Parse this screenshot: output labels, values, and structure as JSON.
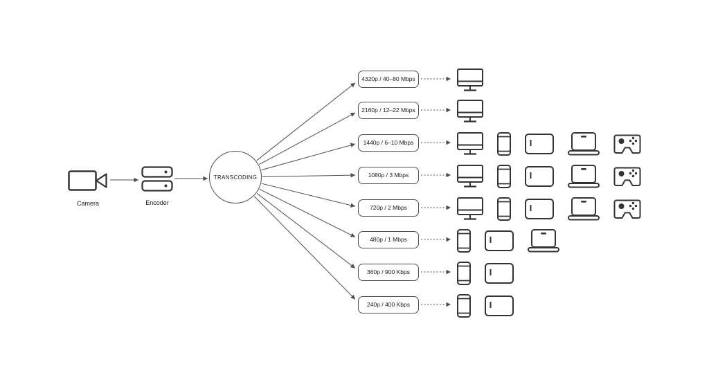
{
  "source": {
    "camera_label": "Camera",
    "encoder_label": "Encoder"
  },
  "transcoder_label": "TRANSCODING",
  "rows": [
    {
      "label": "4320p / 40–80 Mbps",
      "devices": [
        "monitor"
      ]
    },
    {
      "label": "2160p / 12–22 Mbps",
      "devices": [
        "monitor"
      ]
    },
    {
      "label": "1440p / 6–10 Mbps",
      "devices": [
        "monitor",
        "smartphone",
        "tablet",
        "laptop",
        "gamepad"
      ]
    },
    {
      "label": "1080p / 3 Mbps",
      "devices": [
        "monitor",
        "smartphone",
        "tablet",
        "laptop",
        "gamepad"
      ]
    },
    {
      "label": "720p / 2 Mbps",
      "devices": [
        "monitor",
        "smartphone",
        "tablet",
        "laptop",
        "gamepad"
      ]
    },
    {
      "label": "480p / 1 Mbps",
      "devices": [
        "smartphone",
        "tablet",
        "laptop"
      ]
    },
    {
      "label": "360p / 900 Kbps",
      "devices": [
        "smartphone",
        "tablet"
      ]
    },
    {
      "label": "240p / 400 Kbps",
      "devices": [
        "smartphone",
        "tablet"
      ]
    }
  ],
  "colors": {
    "stroke": "#333333",
    "line": "#4d4d4d",
    "background": "#ffffff",
    "text": "#1a1a1a"
  }
}
